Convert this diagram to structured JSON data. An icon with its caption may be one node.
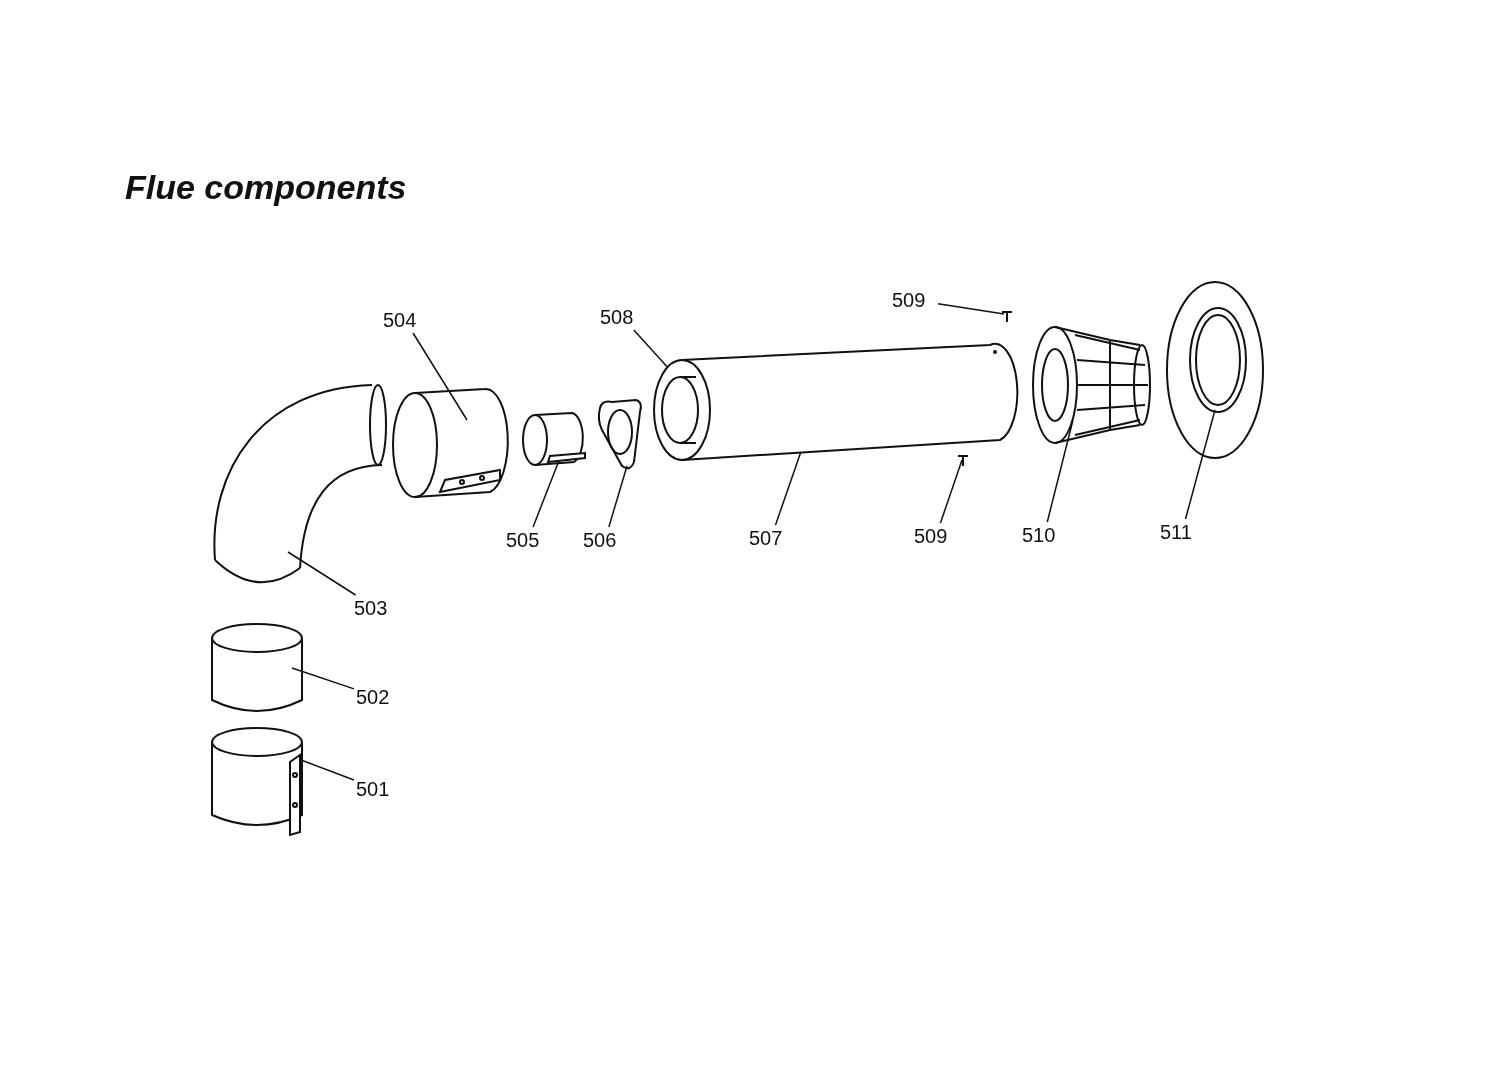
{
  "diagram": {
    "title": "Flue components",
    "nodes": [
      {
        "text": [],
        "shape": "picture"
      },
      {
        "text": [],
        "shape": "picture"
      },
      {
        "text": [],
        "shape": "picture"
      },
      {
        "text": [],
        "shape": "picture"
      },
      {
        "text": [],
        "shape": "picture"
      },
      {
        "text": [],
        "shape": "picture"
      },
      {
        "text": [],
        "shape": "picture"
      },
      {
        "text": [],
        "shape": "picture"
      },
      {
        "text": [],
        "shape": "picture"
      },
      {
        "text": [],
        "shape": "picture"
      },
      {
        "text": [],
        "shape": "picture"
      },
      {
        "text": [],
        "shape": "picture"
      },
      {
        "text": [
          "504"
        ]
      },
      {
        "text": [
          "508"
        ]
      },
      {
        "text": [
          "509"
        ]
      },
      {
        "text": [
          "505"
        ]
      },
      {
        "text": [
          "506"
        ]
      },
      {
        "text": [
          "507"
        ]
      },
      {
        "text": [
          "509"
        ]
      },
      {
        "text": [
          "510"
        ]
      },
      {
        "text": [
          "511"
        ]
      },
      {
        "text": [
          "503"
        ]
      },
      {
        "text": [
          "502"
        ]
      },
      {
        "text": [
          "501"
        ]
      }
    ],
    "edges": [
      {
        "from": 12,
        "to": 1,
        "arrow": "none"
      },
      {
        "from": 13,
        "to": 5,
        "arrow": "none"
      },
      {
        "from": 14,
        "to": 6,
        "arrow": "none"
      },
      {
        "from": 15,
        "to": 2,
        "arrow": "none"
      },
      {
        "from": 16,
        "to": 3,
        "arrow": "none"
      },
      {
        "from": 17,
        "to": 4,
        "arrow": "none"
      },
      {
        "from": 18,
        "to": 7,
        "arrow": "none"
      },
      {
        "from": 19,
        "to": 8,
        "arrow": "none"
      },
      {
        "from": 20,
        "to": 9,
        "arrow": "none"
      },
      {
        "from": 21,
        "to": 0,
        "arrow": "none"
      },
      {
        "from": 22,
        "to": 10,
        "arrow": "none"
      },
      {
        "from": 23,
        "to": 11,
        "arrow": "none"
      }
    ]
  }
}
